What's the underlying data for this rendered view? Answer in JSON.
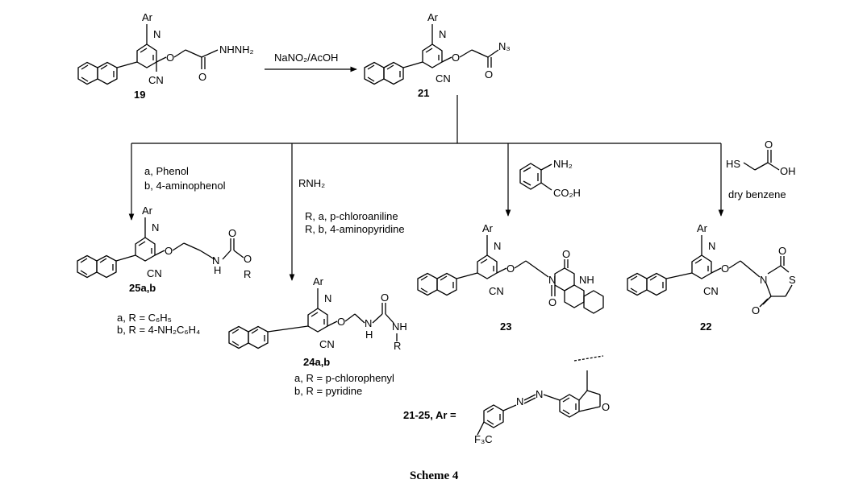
{
  "scheme": {
    "caption": "Scheme 4",
    "reagent_top": "NaNO₂/AcOH",
    "ar_label": "Ar",
    "cn_label": "CN",
    "n_label": "N",
    "o_label": "O",
    "start": {
      "id": "19",
      "tail": "NHNH₂"
    },
    "azide": {
      "id": "21",
      "tail": "N₃"
    },
    "branch_25": {
      "reagent_a": "a, Phenol",
      "reagent_b": "b, 4-aminophenol",
      "id": "25a,b",
      "nh": "H",
      "r": "R",
      "sub_a": "a, R = C₆H₅",
      "sub_b": "b, R = 4-NH₂C₆H₄"
    },
    "branch_24": {
      "reagent": "RNH₂",
      "reagent_a": "R, a, p-chloroaniline",
      "reagent_b": "R, b, 4-aminopyridine",
      "id": "24a,b",
      "nh": "NH",
      "h": "H",
      "r": "R",
      "sub_a": "a, R = p-chlorophenyl",
      "sub_b": "b, R = pyridine"
    },
    "branch_23": {
      "reagent_nh2": "NH₂",
      "reagent_co2h": "CO₂H",
      "id": "23",
      "nh": "NH"
    },
    "branch_22": {
      "reagent_hs": "HS",
      "reagent_oh": "OH",
      "solvent": "dry benzene",
      "id": "22",
      "s": "S"
    },
    "ar_def": {
      "prefix": "21-25, Ar =",
      "cf3": "F₃C",
      "n": "N"
    }
  }
}
